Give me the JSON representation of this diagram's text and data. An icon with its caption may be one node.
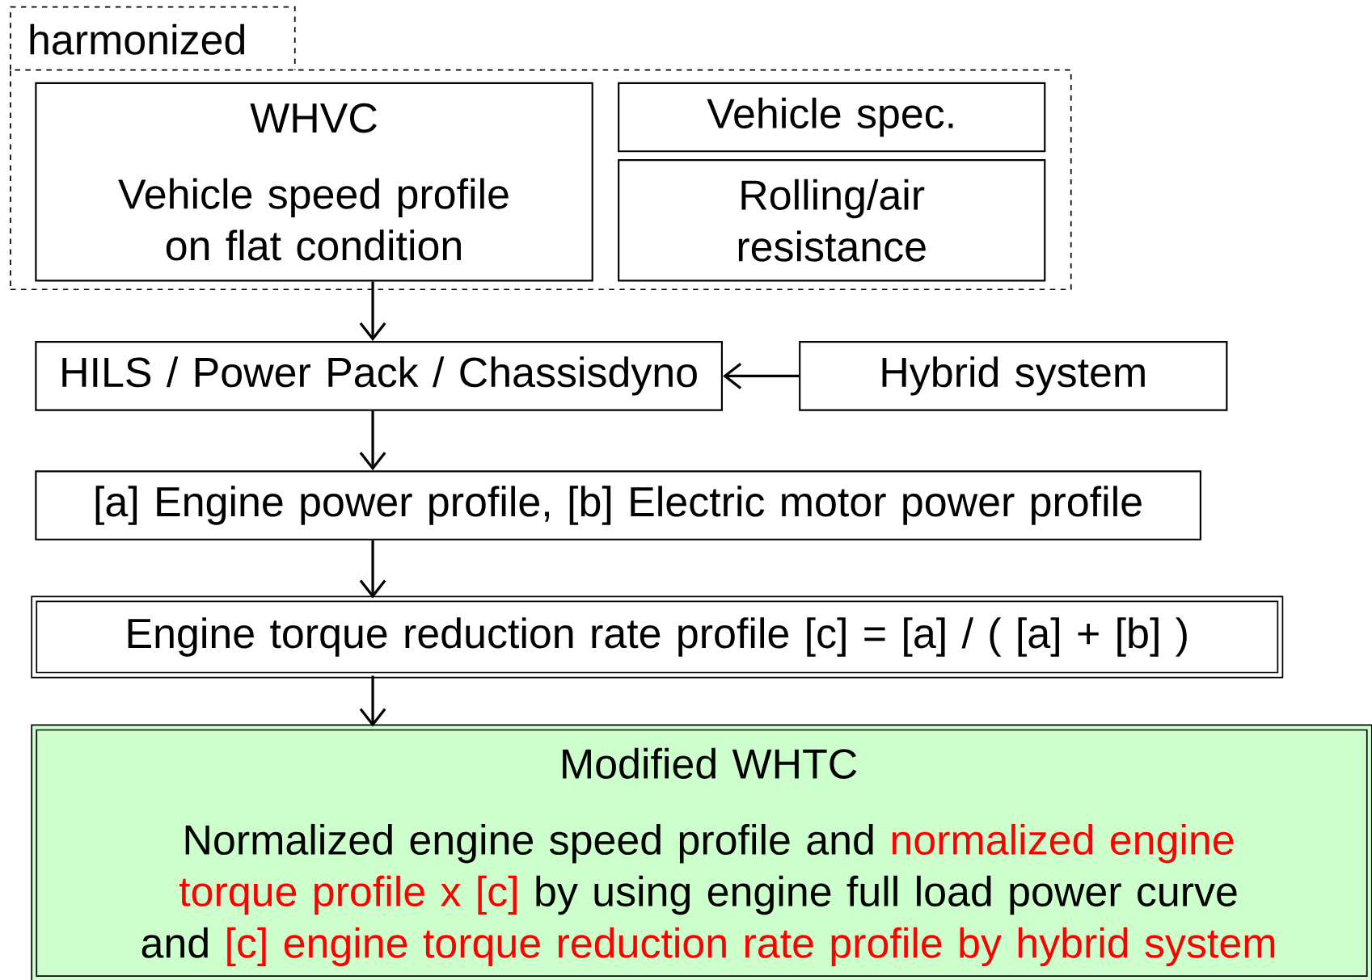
{
  "diagram": {
    "nodes": [
      {
        "text": [
          "harmonized"
        ]
      },
      {
        "text": [
          "WHVC",
          "Vehicle speed profile on flat condition"
        ],
        "in": 0
      },
      {
        "text": [
          "Vehicle spec."
        ],
        "in": 0
      },
      {
        "text": [
          "Rolling/air resistance"
        ],
        "in": 0
      },
      {
        "text": [
          "HILS / Power Pack / Chassisdyno"
        ]
      },
      {
        "text": [
          "Hybrid system"
        ]
      },
      {
        "text": [
          "[a] Engine power profile,  [b] Electric motor power profile"
        ]
      },
      {
        "text": [
          "Engine torque reduction rate profile [c] = [a] / ( [a] + [b] )"
        ]
      },
      {
        "text": [
          "Modified WHTC",
          "Normalized engine speed profile and",
          "normalized engine torque profile x [c]",
          "by using engine full load power curve and",
          "[c] engine torque reduction rate profile by hybrid system"
        ]
      }
    ],
    "edges": [
      {
        "from": 1,
        "to": 4,
        "arrow": "to"
      },
      {
        "from": 5,
        "to": 4,
        "arrow": "to"
      },
      {
        "from": 4,
        "to": 6,
        "arrow": "to"
      },
      {
        "from": 6,
        "to": 7,
        "arrow": "to"
      },
      {
        "from": 7,
        "to": 8,
        "arrow": "to"
      }
    ]
  }
}
